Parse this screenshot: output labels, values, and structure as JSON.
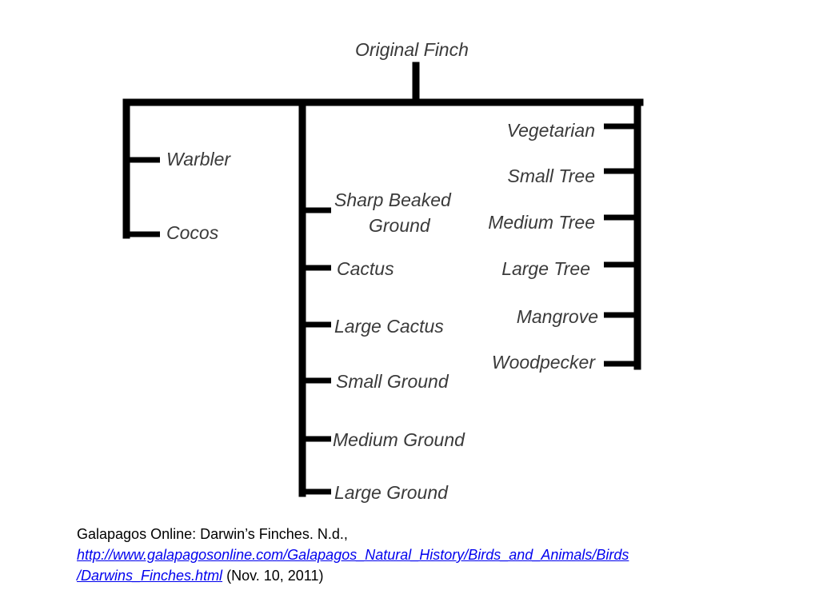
{
  "diagram": {
    "root": "Original Finch",
    "left_group": [
      "Warbler",
      "Cocos"
    ],
    "middle_group": [
      [
        "Sharp Beaked",
        "Ground"
      ],
      [
        "Cactus"
      ],
      [
        "Large Cactus"
      ],
      [
        "Small Ground"
      ],
      [
        "Medium Ground"
      ],
      [
        "Large Ground"
      ]
    ],
    "right_group": [
      "Vegetarian",
      "Small Tree",
      "Medium Tree",
      "Large Tree",
      "Mangrove",
      "Woodpecker"
    ]
  },
  "citation": {
    "source": "Galapagos Online: Darwin’s Finches. N.d.,",
    "url_line1": "http://www.galapagosonline.com/Galapagos_Natural_History/Birds_and_Animals/Birds",
    "url_line2": "/Darwins_Finches.html",
    "accessed": "(Nov. 10, 2011)",
    "link_color": "#0000ee"
  }
}
